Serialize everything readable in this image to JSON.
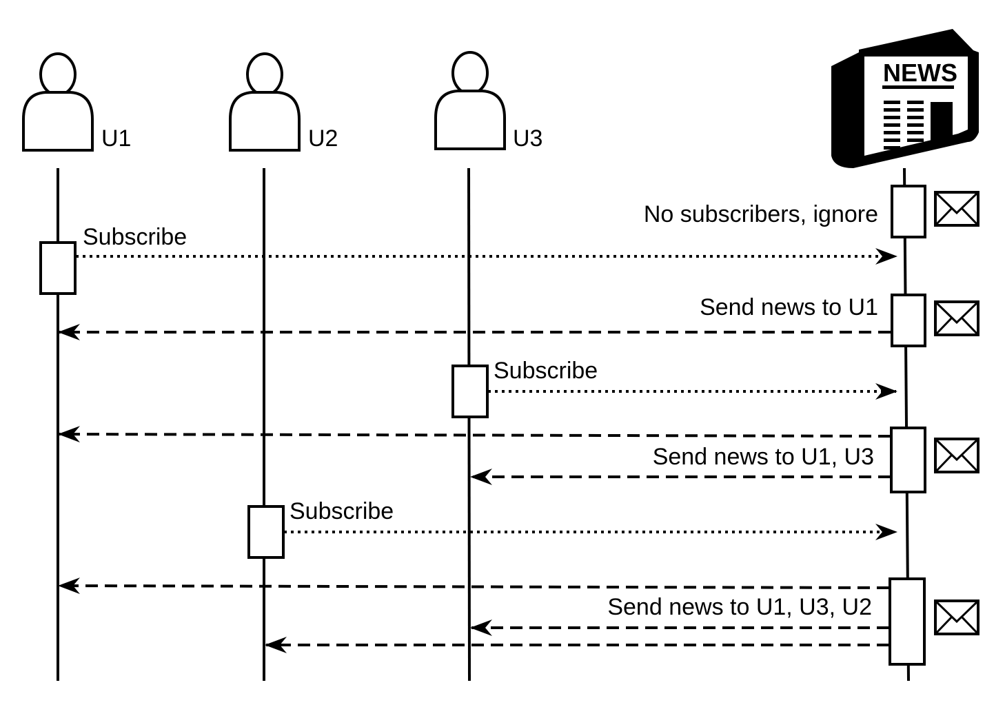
{
  "actors": [
    {
      "id": "u1",
      "label": "U1"
    },
    {
      "id": "u2",
      "label": "U2"
    },
    {
      "id": "u3",
      "label": "U3"
    }
  ],
  "publisher": {
    "label": "NEWS"
  },
  "messages": {
    "no_subscribers": "No subscribers, ignore",
    "u1_subscribe": "Subscribe",
    "send_to_u1": "Send news to U1",
    "u3_subscribe": "Subscribe",
    "send_to_u1_u3": "Send news to U1, U3",
    "u2_subscribe": "Subscribe",
    "send_to_u1_u3_u2": "Send news to U1, U3, U2"
  },
  "icons": {
    "actor": "person-icon",
    "publisher": "newspaper-icon",
    "notification": "envelope-icon"
  },
  "colors": {
    "line": "#000000",
    "background": "#ffffff"
  }
}
